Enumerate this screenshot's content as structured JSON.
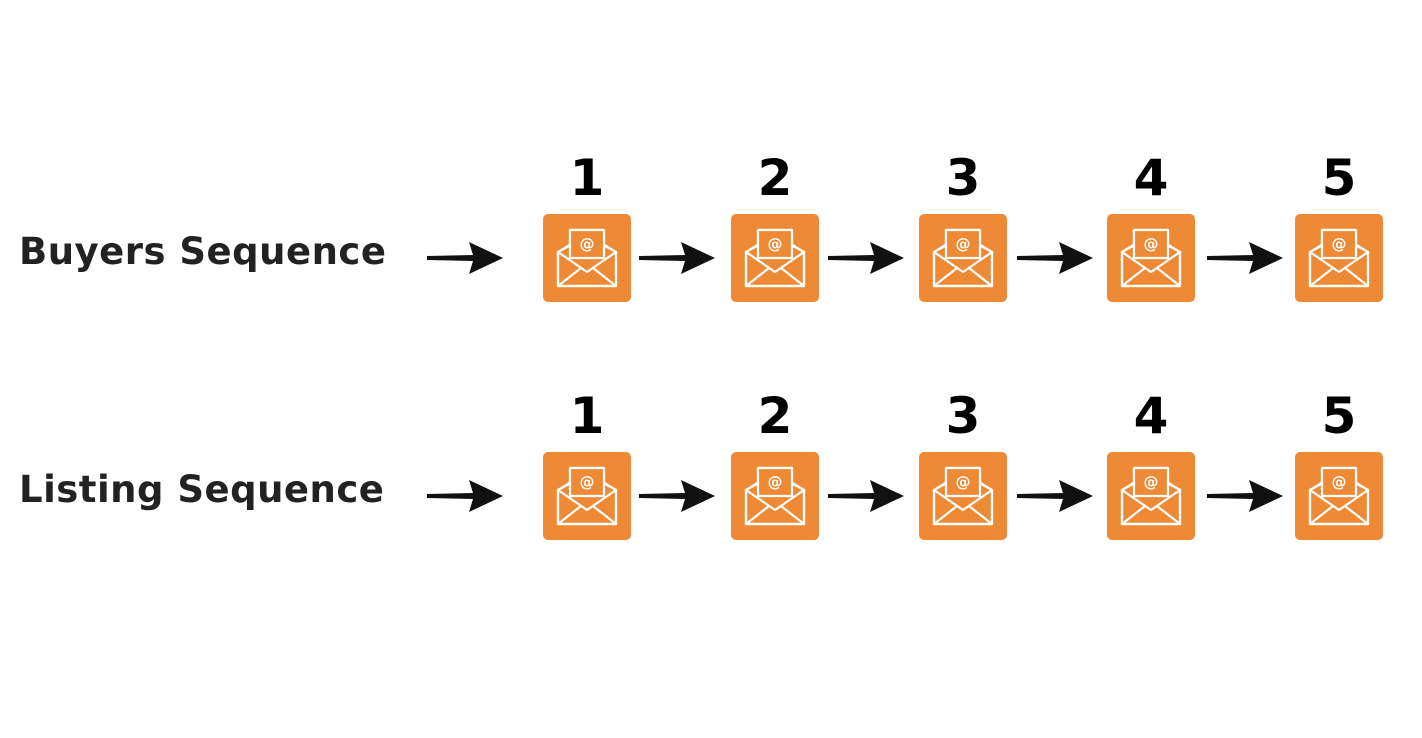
{
  "colors": {
    "email_box": "#EE8A36",
    "arrow": "#111111",
    "label_text": "#222222",
    "number_text": "#000000"
  },
  "sequences": [
    {
      "label": "Buyers Sequence",
      "steps": [
        {
          "number": "1",
          "icon": "envelope-at-icon"
        },
        {
          "number": "2",
          "icon": "envelope-at-icon"
        },
        {
          "number": "3",
          "icon": "envelope-at-icon"
        },
        {
          "number": "4",
          "icon": "envelope-at-icon"
        },
        {
          "number": "5",
          "icon": "envelope-at-icon"
        }
      ]
    },
    {
      "label": "Listing Sequence",
      "steps": [
        {
          "number": "1",
          "icon": "envelope-at-icon"
        },
        {
          "number": "2",
          "icon": "envelope-at-icon"
        },
        {
          "number": "3",
          "icon": "envelope-at-icon"
        },
        {
          "number": "4",
          "icon": "envelope-at-icon"
        },
        {
          "number": "5",
          "icon": "envelope-at-icon"
        }
      ]
    }
  ]
}
